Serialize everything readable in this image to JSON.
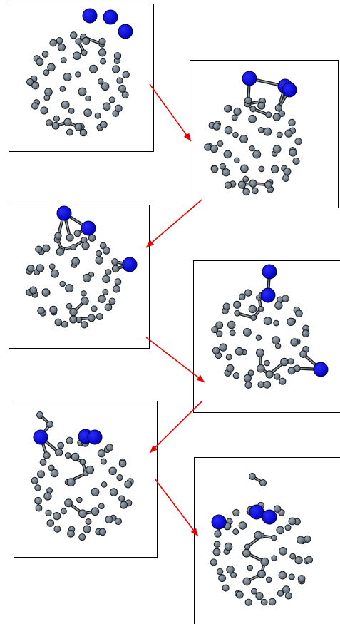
{
  "colors": {
    "carbon": "#6b7885",
    "dopant": "#0000e6",
    "arrow": "#ee0000",
    "frame": "#000000",
    "background": "#ffffff"
  },
  "panels": [
    {
      "step": 1,
      "dopant_atoms": 3,
      "detached_carbon": false
    },
    {
      "step": 2,
      "dopant_atoms": 3,
      "detached_carbon": false
    },
    {
      "step": 3,
      "dopant_atoms": 3,
      "detached_carbon": false
    },
    {
      "step": 4,
      "dopant_atoms": 3,
      "detached_carbon": false
    },
    {
      "step": 5,
      "dopant_atoms": 3,
      "detached_carbon": false
    },
    {
      "step": 6,
      "dopant_atoms": 3,
      "detached_carbon": true
    }
  ],
  "arrows": [
    {
      "from": 1,
      "to": 2
    },
    {
      "from": 2,
      "to": 3
    },
    {
      "from": 3,
      "to": 4
    },
    {
      "from": 4,
      "to": 5
    },
    {
      "from": 5,
      "to": 6
    }
  ]
}
